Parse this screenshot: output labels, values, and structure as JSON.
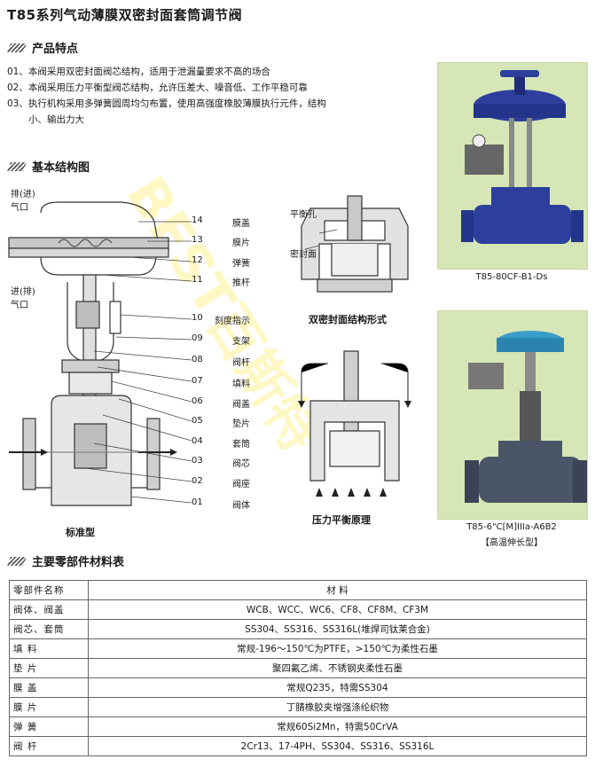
{
  "title": "T85系列气动薄膜双密封面套筒调节阀",
  "sections": {
    "features": "产品特点",
    "structure": "基本结构图",
    "materials": "主要零部件材料表"
  },
  "features": [
    "01、本阀采用双密封面阀芯结构，适用于泄漏量要求不高的场合",
    "02、本阀采用压力平衡型阀芯结构，允许压差大、噪音低、工作平稳可靠",
    "03、执行机构采用多弹簧圆周均匀布置，使用高强度橡胶薄膜执行元件，结构",
    "小、输出力大"
  ],
  "diagram": {
    "port_top": [
      "排(进)",
      "气口"
    ],
    "port_mid": [
      "进(排)",
      "气口"
    ],
    "parts": [
      {
        "no": "14",
        "name": "膜盖"
      },
      {
        "no": "13",
        "name": "膜片"
      },
      {
        "no": "12",
        "name": "弹簧"
      },
      {
        "no": "11",
        "name": "推杆"
      },
      {
        "no": "10",
        "name": "刻度指示"
      },
      {
        "no": "09",
        "name": "支架"
      },
      {
        "no": "08",
        "name": "阀杆"
      },
      {
        "no": "07",
        "name": "填料"
      },
      {
        "no": "06",
        "name": "阀盖"
      },
      {
        "no": "05",
        "name": "垫片"
      },
      {
        "no": "04",
        "name": "套筒"
      },
      {
        "no": "03",
        "name": "阀芯"
      },
      {
        "no": "02",
        "name": "阀座"
      },
      {
        "no": "01",
        "name": "阀体"
      }
    ],
    "standard_caption": "标准型",
    "balance_hole": "平衡孔",
    "seal_face": "密封面",
    "dual_seal_caption": "双密封面结构形式",
    "pressure_caption": "压力平衡原理"
  },
  "photos": {
    "top_caption": "T85-80CF-B1-Ds",
    "bottom_caption": "T85-6\"C[M]IIIa-A6B2",
    "bottom_sub": "【高温伸长型】"
  },
  "watermark": "BEST百斯特",
  "materials": {
    "header": {
      "name": "零部件名称",
      "value": "材    料"
    },
    "rows": [
      {
        "name": "阀体、阀盖",
        "value": "WCB、WCC、WC6、CF8、CF8M、CF3M"
      },
      {
        "name": "阀芯、套筒",
        "value": "SS304、SS316、SS316L(堆焊司钛莱合金)"
      },
      {
        "name": "填    料",
        "value": "常规-196～150℃为PTFE，>150℃为柔性石墨"
      },
      {
        "name": "垫    片",
        "value": "聚四氟乙烯、不锈钢夹柔性石墨"
      },
      {
        "name": "膜    盖",
        "value": "常规Q235，特需SS304"
      },
      {
        "name": "膜    片",
        "value": "丁腈橡胶夹增强涤纶织物"
      },
      {
        "name": "弹    簧",
        "value": "常规60Si2Mn，特需50CrVA"
      },
      {
        "name": "阀    杆",
        "value": "2Cr13、17-4PH、SS304、SS316、SS316L"
      }
    ]
  }
}
